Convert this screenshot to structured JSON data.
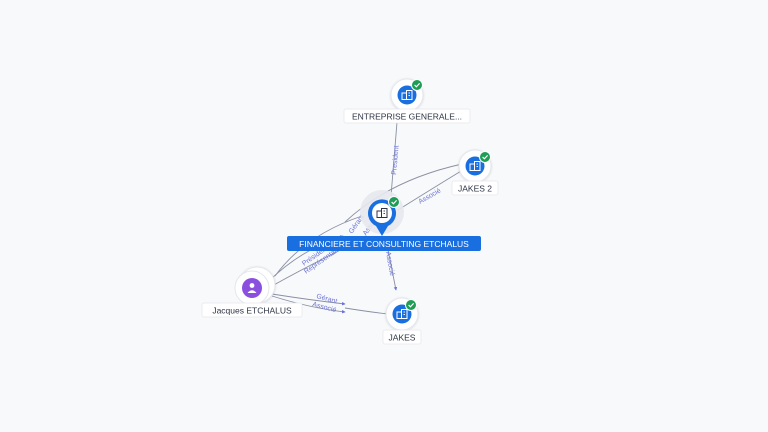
{
  "graph": {
    "nodes": {
      "main": {
        "label": "FINANCIERE ET CONSULTING ETCHALUS",
        "type": "company",
        "verified": true,
        "selected": true,
        "icon": "building-icon"
      },
      "entreprise": {
        "label": "ENTREPRISE GENERALE...",
        "type": "company",
        "verified": true,
        "icon": "building-icon"
      },
      "jakes2": {
        "label": "JAKES 2",
        "type": "company",
        "verified": true,
        "icon": "building-icon"
      },
      "jakes": {
        "label": "JAKES",
        "type": "company",
        "verified": true,
        "icon": "building-icon"
      },
      "jacques": {
        "label": "Jacques ETCHALUS",
        "type": "person",
        "icon": "person-icon"
      }
    },
    "edges": {
      "president": "President",
      "associe_jakes2": "Associé",
      "associe_jakes": "Associé",
      "gerant_main": "Gérant",
      "associe_main": "Associé",
      "president_jacques": "Président",
      "representant": "Représentant",
      "gerant_jakes": "Gérant",
      "associe_jacques_jakes": "Associé"
    }
  },
  "colors": {
    "company_icon": "#1a6fe0",
    "person_icon": "#8b4fe0",
    "verified_badge": "#1f9d55",
    "edge_label": "#6b74d6",
    "main_label_bg": "#1a6fe0",
    "main_icon_bg": "#ffffff"
  }
}
